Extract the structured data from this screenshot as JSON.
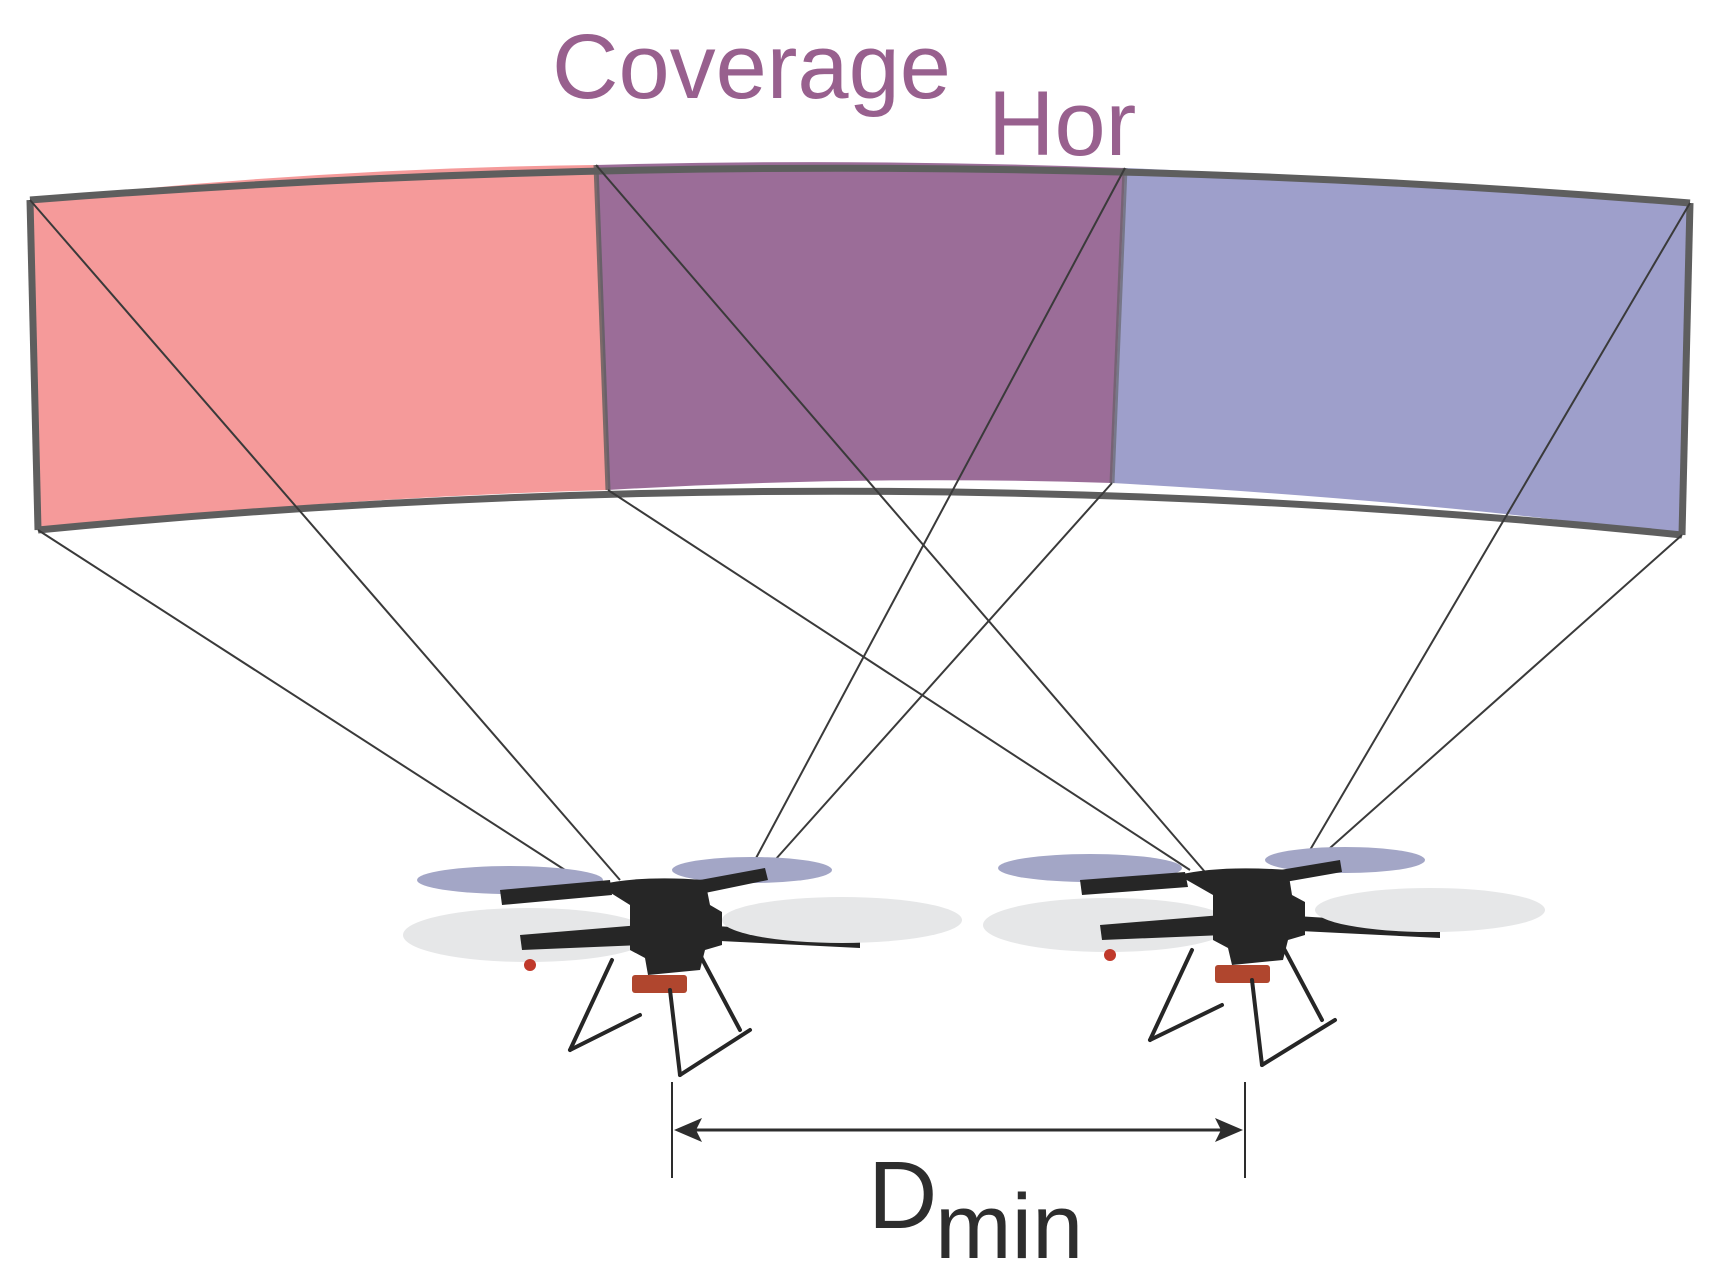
{
  "coverage_label": {
    "main": "Coverage",
    "subscript": "Hor"
  },
  "distance_label": {
    "main": "D",
    "subscript": "min"
  },
  "colors": {
    "left_coverage": "#f59a9a",
    "overlap_coverage": "#9b6d98",
    "right_coverage": "#9e9fcb",
    "coverage_label": "#98608e",
    "outline": "#5e5e5e",
    "ray": "#3a3a3a",
    "drone_body": "#262626",
    "rotor_front": "#e6e7e8",
    "rotor_back": "#a3a6c6",
    "gimbal": "#b0462e",
    "dimension_text": "#2d2d2d"
  },
  "drones": [
    {
      "name": "drone-left"
    },
    {
      "name": "drone-right"
    }
  ]
}
